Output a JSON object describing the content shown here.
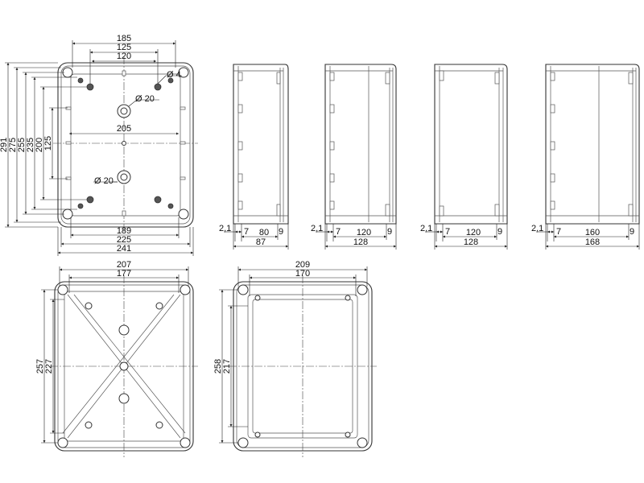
{
  "top_view": {
    "dims": [
      "185",
      "125",
      "120",
      "205",
      "189",
      "225",
      "241"
    ],
    "left_dims": [
      "291",
      "275",
      "255",
      "235",
      "200",
      "125"
    ],
    "callouts": [
      "Ø 4",
      "Ø 20",
      "Ø 20"
    ]
  },
  "side_view_1": {
    "dims": [
      "2,1",
      "7",
      "80",
      "9",
      "87"
    ]
  },
  "side_view_2": {
    "dims": [
      "2,1",
      "7",
      "120",
      "9",
      "128"
    ]
  },
  "side_view_3": {
    "dims": [
      "2,1",
      "7",
      "120",
      "9",
      "128"
    ]
  },
  "side_view_4": {
    "dims": [
      "2,1",
      "7",
      "160",
      "9",
      "168"
    ]
  },
  "bottom_view": {
    "dims": [
      "207",
      "177"
    ],
    "left_dims": [
      "257",
      "227"
    ]
  },
  "lid_view": {
    "dims": [
      "209",
      "170"
    ],
    "left_dims": [
      "258",
      "217"
    ]
  }
}
